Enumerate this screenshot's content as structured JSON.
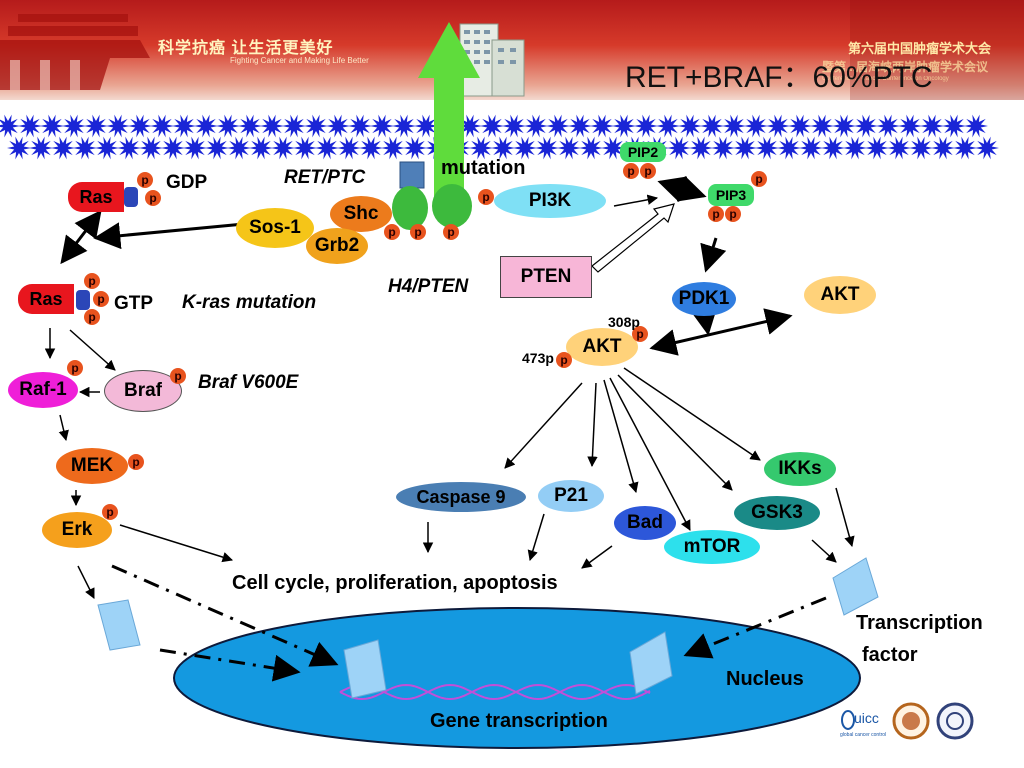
{
  "banner": {
    "slogan": "科学抗癌  让生活更美好",
    "slogan_en": "Fighting Cancer and Making Life Better",
    "conference_cn": "第六届中国肿瘤学术大会",
    "conference_cn2": "暨第...届海峡两岸肿瘤学术会议",
    "conference_en": "Conference ... Cancer Conference on Oncology"
  },
  "title": "RET+BRAF：60%PTC",
  "labels": {
    "gdp": "GDP",
    "gtp": "GTP",
    "ret_ptc": "RET/PTC",
    "mutation": "mutation",
    "h4_pten": "H4/PTEN",
    "k_ras_mutation": "K-ras mutation",
    "braf_v600e": "Braf V600E",
    "site_308": "308p",
    "site_473": "473p",
    "cell_cycle": "Cell cycle, proliferation, apoptosis",
    "transcription_factor_1": "Transcription",
    "transcription_factor_2": "factor",
    "nucleus": "Nucleus",
    "gene_transcription": "Gene  transcription",
    "phospho": "p"
  },
  "nodes": {
    "ras_gdp": "Ras",
    "ras_gtp": "Ras",
    "sos1": "Sos-1",
    "shc": "Shc",
    "grb2": "Grb2",
    "pi3k": "PI3K",
    "pten": "PTEN",
    "pip2": "PIP2",
    "pip3": "PIP3",
    "pdk1": "PDK1",
    "akt_free": "AKT",
    "akt_main": "AKT",
    "raf1": "Raf-1",
    "braf": "Braf",
    "mek": "MEK",
    "erk": "Erk",
    "caspase9": "Caspase 9",
    "p21": "P21",
    "bad": "Bad",
    "mtor": "mTOR",
    "ikks": "IKKs",
    "gsk3": "GSK3"
  },
  "colors": {
    "membrane": "#1a25d6",
    "ras": "#e8161e",
    "sos1": "#f5c518",
    "shc": "#ec7b1c",
    "grb2": "#f0a21c",
    "pi3k": "#7fe0f5",
    "pten_bg": "#f7b6d7",
    "pip": "#3fd96a",
    "pdk1": "#2f7de0",
    "akt": "#ffd27a",
    "raf1": "#ef1fd8",
    "braf": "#f3b9d8",
    "mek": "#ee6a1c",
    "erk": "#f5a01c",
    "caspase9": "#4a7eb3",
    "p21": "#93cdf5",
    "bad": "#2d57d9",
    "mtor": "#2de0ec",
    "ikks": "#35c96e",
    "gsk3": "#1a8a87",
    "nucleus": "#1499e0",
    "phospho": "#e8531e",
    "receptor": "#3dba3d",
    "arrow_up": "#5fdc3c"
  },
  "icons": [
    "hospital-building-icon",
    "uicc-logo-icon",
    "university-seal-icon",
    "institute-seal-icon"
  ],
  "logos": {
    "uicc": "uicc",
    "uicc_sub": "global cancer control"
  }
}
